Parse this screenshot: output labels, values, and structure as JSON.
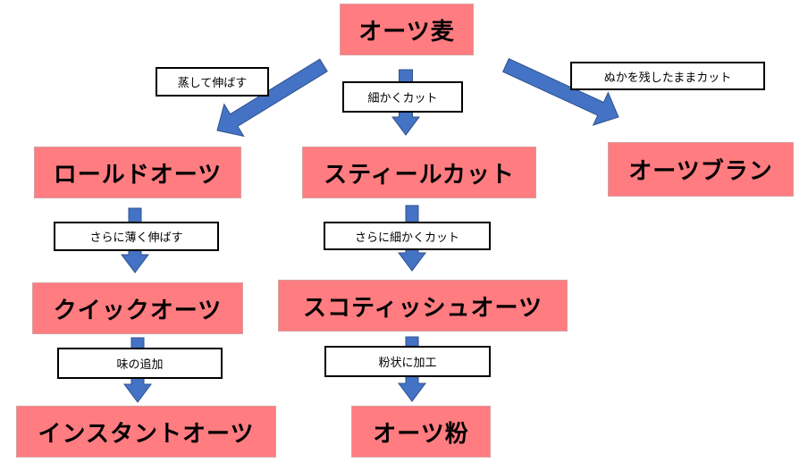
{
  "colors": {
    "node_fill": "#ff7c80",
    "arrow_fill": "#4472c4",
    "arrow_stroke": "#2f528f"
  },
  "nodes": {
    "oats": "オーツ麦",
    "rolled": "ロールドオーツ",
    "steelcut": "スティールカット",
    "bran": "オーツブラン",
    "quick": "クイックオーツ",
    "scottish": "スコティッシュオーツ",
    "instant": "インスタントオーツ",
    "flour": "オーツ粉"
  },
  "edges": {
    "steam_press": "蒸して伸ばす",
    "cut_fine": "細かくカット",
    "keep_bran": "ぬかを残したままカット",
    "press_thin": "さらに薄く伸ばす",
    "cut_finer": "さらに細かくカット",
    "flavor": "味の追加",
    "powder": "粉状に加工"
  }
}
